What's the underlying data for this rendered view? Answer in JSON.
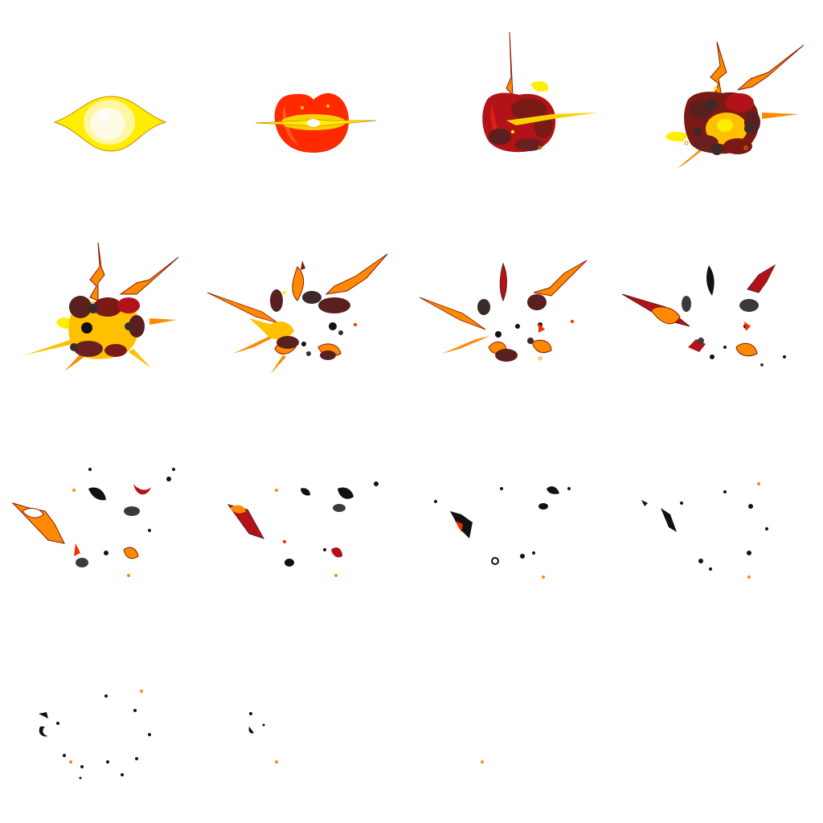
{
  "sprite_sheet": {
    "type": "explosion-animation",
    "columns": 4,
    "rows": 4,
    "frame_count": 16,
    "background": "#ffffff",
    "palette": {
      "pale_yellow": "#fffbd0",
      "yellow": "#ffee00",
      "gold": "#ffc000",
      "orange": "#ff8a00",
      "bright_red": "#ff2a00",
      "red": "#e01000",
      "crimson": "#b31218",
      "dark_red": "#7a1a14",
      "maroon": "#5a1f1f",
      "smoke_dark": "#3a2a2a",
      "charcoal": "#3a3a3a",
      "black": "#111111",
      "outline": "#8a1800"
    },
    "frames": [
      {
        "index": 1,
        "phase": "flash"
      },
      {
        "index": 2,
        "phase": "fireball"
      },
      {
        "index": 3,
        "phase": "fireball-darkening"
      },
      {
        "index": 4,
        "phase": "burst"
      },
      {
        "index": 5,
        "phase": "burst-peak"
      },
      {
        "index": 6,
        "phase": "breakup"
      },
      {
        "index": 7,
        "phase": "breakup"
      },
      {
        "index": 8,
        "phase": "debris"
      },
      {
        "index": 9,
        "phase": "debris"
      },
      {
        "index": 10,
        "phase": "debris"
      },
      {
        "index": 11,
        "phase": "fading-debris"
      },
      {
        "index": 12,
        "phase": "fading-debris"
      },
      {
        "index": 13,
        "phase": "embers"
      },
      {
        "index": 14,
        "phase": "embers"
      },
      {
        "index": 15,
        "phase": "last-spark"
      },
      {
        "index": 16,
        "phase": "empty"
      }
    ]
  }
}
